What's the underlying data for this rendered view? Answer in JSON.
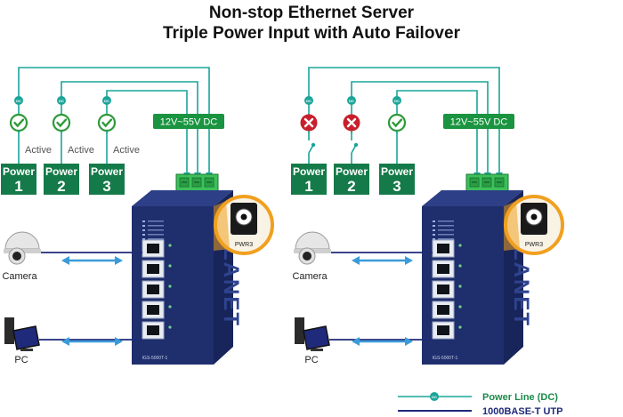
{
  "title_line1": "Non-stop Ethernet Server",
  "title_line2": "Triple Power Input with Auto Failover",
  "voltage_label": "12V~55V DC",
  "dc_tag": "DC",
  "connector_label": "PWR3",
  "device_model": "IGS-5000T-1",
  "brand_watermark": "PLANET",
  "colors": {
    "power_line": "#1aa59a",
    "utp_line": "#1f2a7a",
    "power_box": "#157a49",
    "ok": "#2e9a3a",
    "fail": "#c8202c",
    "voltage_box": "#1a9440",
    "switch_body": "#1f2f6d",
    "arrow": "#3b9bd9",
    "connector_ring": "#f0a020"
  },
  "scenarios": [
    {
      "name": "all-active",
      "sources": [
        {
          "label": "Power",
          "number": "1",
          "status": "active",
          "status_text": "Active"
        },
        {
          "label": "Power",
          "number": "2",
          "status": "active",
          "status_text": "Active"
        },
        {
          "label": "Power",
          "number": "3",
          "status": "active",
          "status_text": "Active"
        }
      ],
      "camera_label": "Camera",
      "pc_label": "PC"
    },
    {
      "name": "failover",
      "sources": [
        {
          "label": "Power",
          "number": "1",
          "status": "failed",
          "status_text": ""
        },
        {
          "label": "Power",
          "number": "2",
          "status": "failed",
          "status_text": ""
        },
        {
          "label": "Power",
          "number": "3",
          "status": "active",
          "status_text": ""
        }
      ],
      "camera_label": "Camera",
      "pc_label": "PC"
    }
  ],
  "legend": [
    {
      "label": "Power Line (DC)",
      "icon": "dc-line-icon"
    },
    {
      "label": "1000BASE-T UTP",
      "icon": "utp-line-icon"
    }
  ]
}
